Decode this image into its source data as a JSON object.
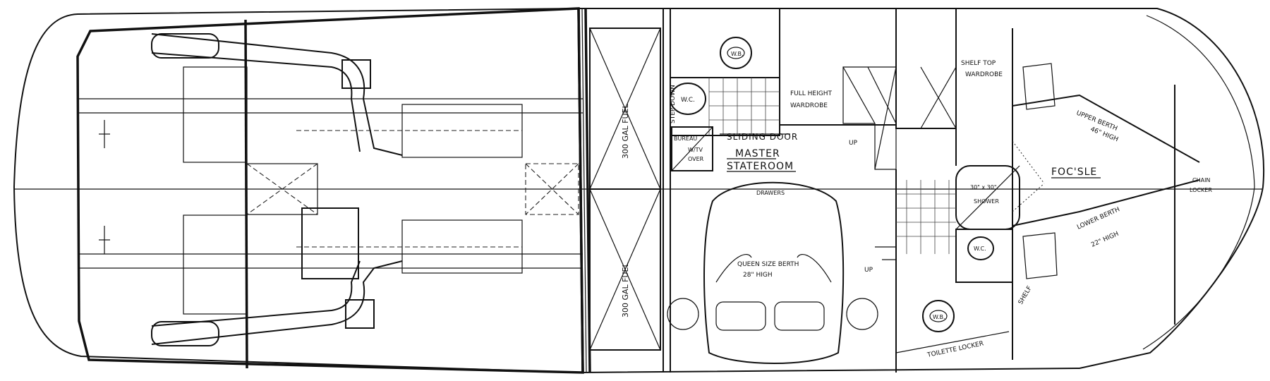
{
  "labels": {
    "fuel_upper": "300 GAL FUEL",
    "fuel_lower": "300 GAL FUEL",
    "wb_upper": "W.B.",
    "wc_master": "W.C.",
    "step_down": "STEP DOWN",
    "full_height_line1": "FULL HEIGHT",
    "full_height_line2": "WARDROBE",
    "sliding_door": "SLIDING DOOR",
    "bureau": "BUREAU",
    "w_tv_line1": "W/TV",
    "w_tv_line2": "OVER",
    "master_line1": "MASTER",
    "master_line2": "STATEROOM",
    "up_upper": "UP",
    "drawers": "DRAWERS",
    "queen_line1": "QUEEN SIZE BERTH",
    "queen_line2": "28\" HIGH",
    "up_lower": "UP",
    "shelf_top_line1": "SHELF TOP",
    "shelf_top_line2": "WARDROBE",
    "upper_berth_line1": "UPPER BERTH",
    "upper_berth_line2": "46\" HIGH",
    "shower_line1": "30\" x 30\"",
    "shower_line2": "SHOWER",
    "focsle": "FOC'SLE",
    "chain_line1": "CHAIN",
    "chain_line2": "LOCKER",
    "lower_berth_line1": "LOWER BERTH",
    "lower_berth_line2": "22\" HIGH",
    "wc_head": "W.C.",
    "wb_lower": "W.B.",
    "shelf": "SHELF",
    "toilette": "TOILETTE LOCKER"
  }
}
